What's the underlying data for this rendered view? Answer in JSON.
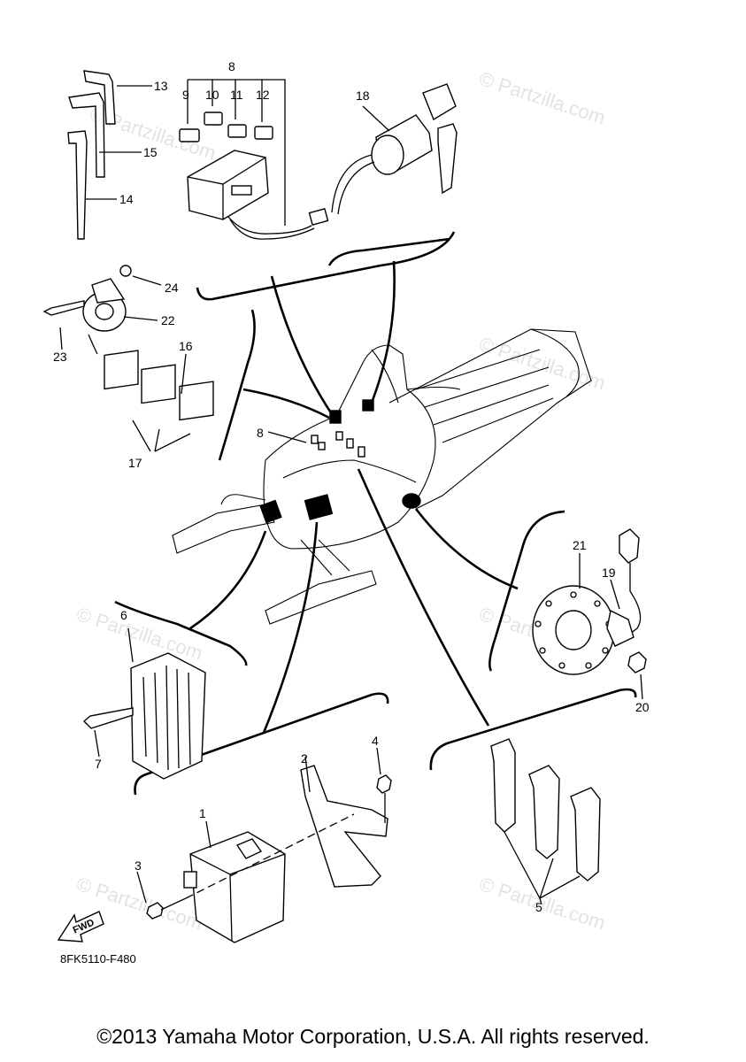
{
  "diagram": {
    "diagram_code": "8FK5110-F480",
    "fwd_label": "FWD",
    "copyright": "©2013 Yamaha Motor Corporation, U.S.A. All rights reserved.",
    "watermark": "© Partzilla.com",
    "callouts": [
      "1",
      "2",
      "3",
      "4",
      "5",
      "6",
      "7",
      "8",
      "9",
      "10",
      "11",
      "12",
      "13",
      "14",
      "15",
      "16",
      "17",
      "18",
      "19",
      "20",
      "21",
      "22",
      "23",
      "24",
      "8"
    ]
  }
}
